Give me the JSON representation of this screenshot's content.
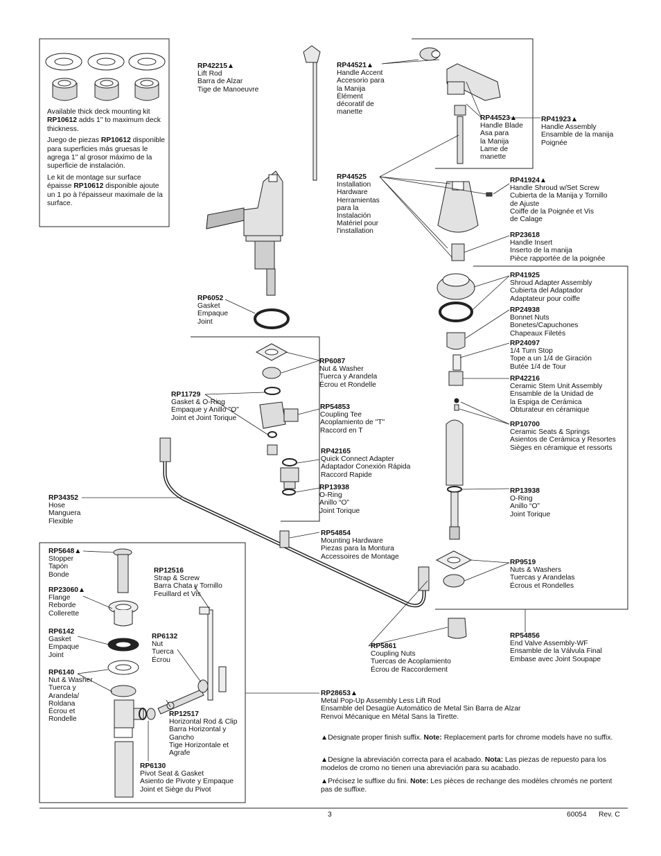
{
  "callouts": {
    "rp42215": {
      "part": "RP42215",
      "mark": "▲",
      "lines": [
        "Lift Rod",
        "Barra de Alzar",
        "Tige de Manoeuvre"
      ]
    },
    "rp44521": {
      "part": "RP44521",
      "mark": "▲",
      "lines": [
        "Handle Accent",
        "Accesorio para",
        "la Manija",
        "Élément",
        "décoratif de",
        "manette"
      ]
    },
    "rp44523": {
      "part": "RP44523",
      "mark": "▲",
      "lines": [
        "Handle Blade",
        "Asa para",
        "la Manija",
        "Lame de",
        "manette"
      ]
    },
    "rp41923": {
      "part": "RP41923",
      "mark": "▲",
      "lines": [
        "Handle Assembly",
        "Ensamble de la manija",
        "Poignée"
      ]
    },
    "rp44525": {
      "part": "RP44525",
      "mark": "",
      "lines": [
        "Installation",
        "Hardware",
        "Herramientas",
        "para la",
        "Instalación",
        "Matériel pour",
        "l'installation"
      ]
    },
    "rp41924": {
      "part": "RP41924",
      "mark": "▲",
      "lines": [
        "Handle Shroud w/Set Screw",
        "Cubierta de la Manija y Tornillo",
        "de Ajuste",
        "Coiffe de la Poignée et Vis",
        "de Calage"
      ]
    },
    "rp23618": {
      "part": "RP23618",
      "mark": "",
      "lines": [
        "Handle Insert",
        "Inserto de la manija",
        "Pièce rapportée de la poignée"
      ]
    },
    "rp41925": {
      "part": "RP41925",
      "mark": "",
      "lines": [
        "Shroud Adapter Assembly",
        "Cubierta del Adaptador",
        "Adaptateur pour coiffe"
      ]
    },
    "rp24938": {
      "part": "RP24938",
      "mark": "",
      "lines": [
        "Bonnet Nuts",
        "Bonetes/Capuchones",
        "Chapeaux Filetés"
      ]
    },
    "rp24097": {
      "part": "RP24097",
      "mark": "",
      "lines": [
        "1/4 Turn Stop",
        "Tope a un 1/4 de Giración",
        "Butée 1/4 de Tour"
      ]
    },
    "rp42216": {
      "part": "RP42216",
      "mark": "",
      "lines": [
        "Ceramic Stem Unit Assembly",
        "Ensamble de la Unidad de",
        "la Espiga de Cerámica",
        "Obturateur en céramique"
      ]
    },
    "rp10700": {
      "part": "RP10700",
      "mark": "",
      "lines": [
        "Ceramic Seats & Springs",
        "Asientos de Cerámica y Resortes",
        "Sièges en céramique et ressorts"
      ]
    },
    "rp13938r": {
      "part": "RP13938",
      "mark": "",
      "lines": [
        "O-Ring",
        "Anillo “O”",
        "Joint Torique"
      ]
    },
    "rp9519": {
      "part": "RP9519",
      "mark": "",
      "lines": [
        "Nuts & Washers",
        "Tuercas y Arandelas",
        "Écrous et Rondelles"
      ]
    },
    "rp54856": {
      "part": "RP54856",
      "mark": "",
      "lines": [
        "End Valve Assembly-WF",
        "Ensamble de la Válvula Final",
        "Embase avec Joint Soupape"
      ]
    },
    "rp6052": {
      "part": "RP6052",
      "mark": "",
      "lines": [
        "Gasket",
        "Empaque",
        "Joint"
      ]
    },
    "rp6087": {
      "part": "RP6087",
      "mark": "",
      "lines": [
        "Nut & Washer",
        "Tuerca y Arandela",
        "Écrou et Rondelle"
      ]
    },
    "rp11729": {
      "part": "RP11729",
      "mark": "",
      "lines": [
        "Gasket & O-Ring",
        "Empaque y Anillo \"O\"",
        "Joint et Joint Torique"
      ]
    },
    "rp54853": {
      "part": "RP54853",
      "mark": "",
      "lines": [
        "Coupling Tee",
        "Acoplamiento de \"T\"",
        "Raccord en T"
      ]
    },
    "rp42165": {
      "part": "RP42165",
      "mark": "",
      "lines": [
        "Quick Connect Adapter",
        "Adaptador Conexión Rápida",
        "Raccord Rapide"
      ]
    },
    "rp13938c": {
      "part": "RP13938",
      "mark": "",
      "lines": [
        "O-Ring",
        "Anillo “O”",
        "Joint Torique"
      ]
    },
    "rp54854": {
      "part": "RP54854",
      "mark": "",
      "lines": [
        "Mounting Hardware",
        "Piezas para la Montura",
        "Accessoires de Montage"
      ]
    },
    "rp34352": {
      "part": "RP34352",
      "mark": "",
      "lines": [
        "Hose",
        "Manguera",
        "Flexible"
      ]
    },
    "rp5861": {
      "part": "RP5861",
      "mark": "",
      "lines": [
        "Coupling Nuts",
        "Tuercas de Acoplamiento",
        "Écrou de Raccordement"
      ]
    },
    "rp28653": {
      "part": "RP28653",
      "mark": "▲",
      "lines": [
        "Metal Pop-Up Assembly Less Lift Rod",
        "Ensamble del Desagüe Automático de Metal Sin Barra de Alzar",
        "Renvoi Mécanique en Métal Sans la Tirette."
      ]
    },
    "rp5648": {
      "part": "RP5648",
      "mark": "▲",
      "lines": [
        "Stopper",
        "Tapón",
        "Bonde"
      ]
    },
    "rp23060": {
      "part": "RP23060",
      "mark": "▲",
      "lines": [
        "Flange",
        "Reborde",
        "Collerette"
      ]
    },
    "rp6142": {
      "part": "RP6142",
      "mark": "",
      "lines": [
        "Gasket",
        "Empaque",
        "Joint"
      ]
    },
    "rp6140": {
      "part": "RP6140",
      "mark": "",
      "lines": [
        "Nut & Washer",
        "Tuerca y",
        "Arandela/",
        "Roldana",
        "Écrou et",
        "Rondelle"
      ]
    },
    "rp12516": {
      "part": "RP12516",
      "mark": "",
      "lines": [
        "Strap & Screw",
        "Barra Chata y Tornillo",
        "Feuillard et Vis"
      ]
    },
    "rp6132": {
      "part": "RP6132",
      "mark": "",
      "lines": [
        "Nut",
        "Tuerca",
        "Écrou"
      ]
    },
    "rp12517": {
      "part": "RP12517",
      "mark": "",
      "lines": [
        "Horizontal Rod & Clip",
        "Barra Horizontal y",
        "Gancho",
        "Tige Horizontale et",
        "Agrafe"
      ]
    },
    "rp6130": {
      "part": "RP6130",
      "mark": "",
      "lines": [
        "Pivot Seat & Gasket",
        "Asiento de Pivote y Empaque",
        "Joint et Siège du Pivot"
      ]
    }
  },
  "kit_note": {
    "en_pre": "Available thick deck mounting kit ",
    "en_part": "RP10612",
    "en_post": " adds 1\" to maximum deck thickness.",
    "es_pre": "Juego de piezas ",
    "es_part": "RP10612",
    "es_post": " disponible  para superficies más gruesas le agrega 1\" al grosor máximo de la superficie de instalación.",
    "fr_pre": "Le kit de montage sur surface épaisse ",
    "fr_part": "RP10612",
    "fr_post": " disponible ajoute un 1 po à l'épaisseur maximale de la surface."
  },
  "notes": [
    {
      "mark": "▲",
      "pre": "Designate proper finish suffix. ",
      "bold": "Note:",
      "post": " Replacement parts for chrome models have no suffix."
    },
    {
      "mark": "▲",
      "pre": "Designe la abreviación correcta para el acabado. ",
      "bold": "Nota:",
      "post": " Las piezas de repuesto para los modelos de cromo no tienen una abreviación para su acabado."
    },
    {
      "mark": "▲",
      "pre": "Précisez le suffixe du fini. ",
      "bold": "Note:",
      "post": " Les pièces de rechange des modèles chromés ne portent pas de suffixe."
    }
  ],
  "footer": {
    "page": "3",
    "doc": "60054",
    "rev": "Rev. C"
  }
}
